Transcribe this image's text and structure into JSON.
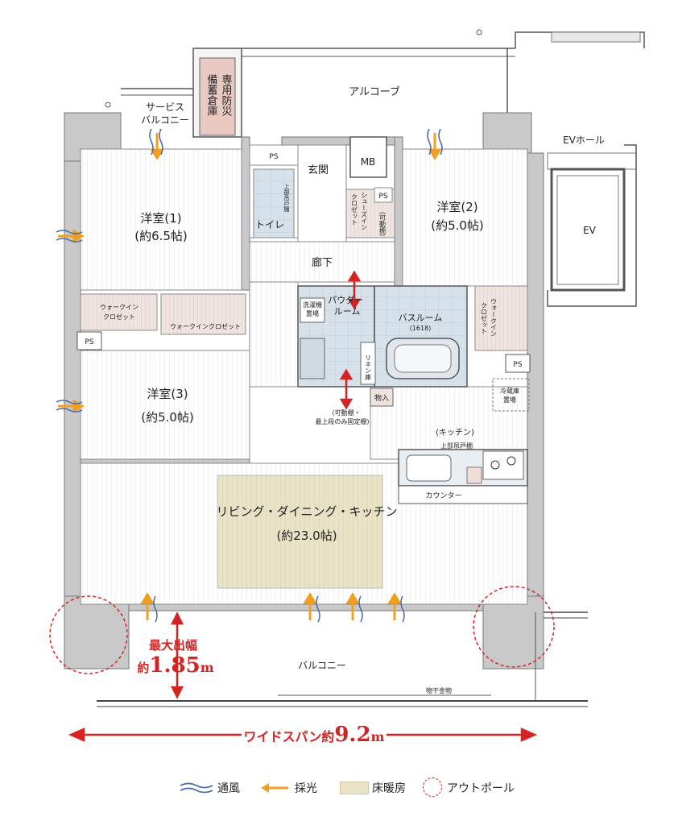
{
  "rooms": {
    "service_balcony": "サービス\nバルコニー",
    "storage": "専用防災備蓄倉庫",
    "alcove": "アルコーブ",
    "ev_hall": "EVホール",
    "ev": "EV",
    "ps": "PS",
    "mb": "MB",
    "entrance": "玄関",
    "toilet": "トイレ",
    "upper_cabinet_toilet": "上部吊戸棚",
    "shoe_closet": "シューズイン\nクロゼット",
    "movable_shelf": "（可動棚）",
    "room1_name": "洋室(1)",
    "room1_size": "(約6.5帖)",
    "room2_name": "洋室(2)",
    "room2_size": "(約5.0帖)",
    "room3_name": "洋室(3)",
    "room3_size": "(約5.0帖)",
    "corridor": "廊下",
    "walkin1": "ウォークイン\nクロゼット",
    "walkin2": "ウォークインクロゼット",
    "walkin3": "ウォークイン\nクロゼット",
    "washer": "洗濯機\n置場",
    "powder": "パウダー\nルーム",
    "bath": "バスルーム",
    "bath_size": "(1618)",
    "linen": "リネン庫",
    "storage_small": "物入",
    "shelf_note": "(可動棚・\n最上段のみ固定棚)",
    "fridge": "冷蔵庫\n置場",
    "kitchen": "(キッチン)",
    "upper_cabinet_kitchen": "上部吊戸棚",
    "counter": "カウンター",
    "ldk_name": "リビング・ダイニング・キッチン",
    "ldk_size": "(約23.0帖)",
    "balcony": "バルコニー",
    "drying": "物干金物"
  },
  "callouts": {
    "depth_label": "最大出幅",
    "depth_prefix": "約",
    "depth_value": "1.85",
    "depth_unit": "m",
    "span_label": "ワイドスパン約",
    "span_value": "9.2",
    "span_unit": "m"
  },
  "legend": {
    "wind": "通風",
    "light": "採光",
    "floor_heating": "床暖房",
    "outpole": "アウトポール"
  },
  "colors": {
    "wall": "#c8c8c8",
    "floor_heating": "#e8e2c6",
    "closet": "#efe4df",
    "wet": "#d6e1ea",
    "accent_red": "#d42323",
    "light_arrow": "#f0a020",
    "wind": "#4a6aa8"
  }
}
